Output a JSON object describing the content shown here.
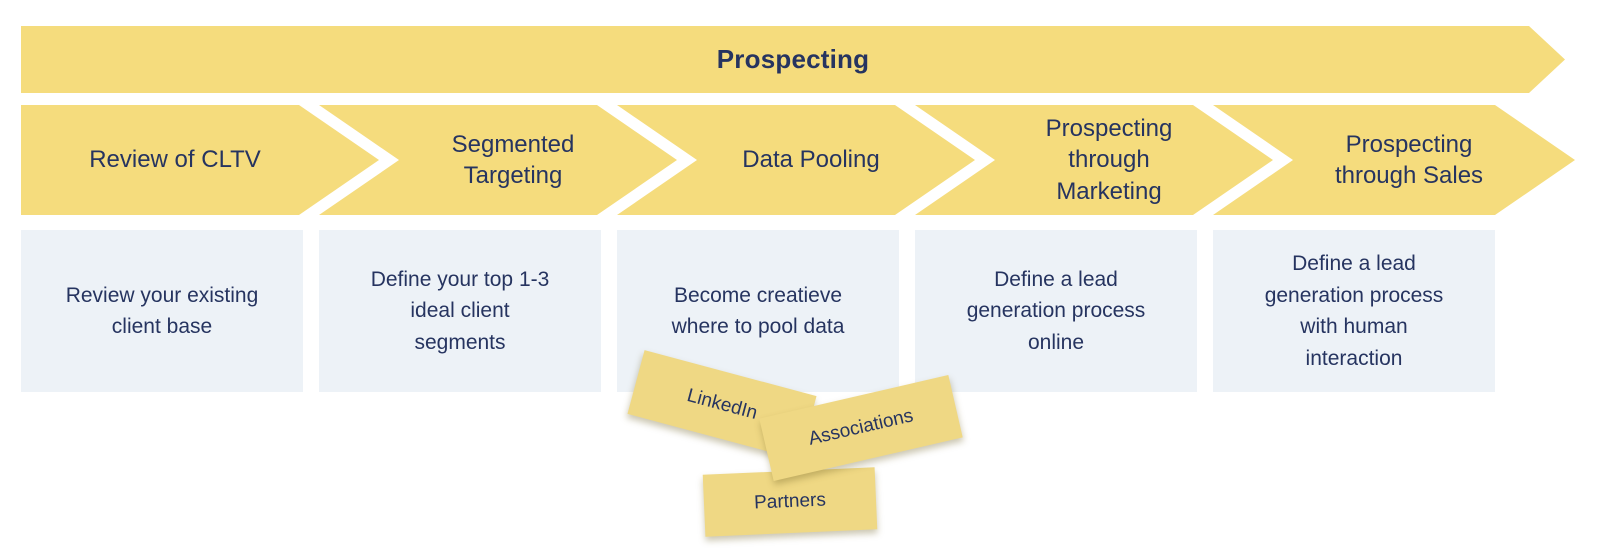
{
  "banner": {
    "label": "Prospecting"
  },
  "steps": [
    {
      "label": "Review of CLTV",
      "description": "Review your existing\nclient base"
    },
    {
      "label": "Segmented\nTargeting",
      "description": "Define your top 1-3\nideal client\nsegments"
    },
    {
      "label": "Data Pooling",
      "description": "Become creatieve\nwhere to pool data"
    },
    {
      "label": "Prospecting\nthrough\nMarketing",
      "description": "Define a lead\ngeneration process\nonline"
    },
    {
      "label": "Prospecting\nthrough Sales",
      "description": "Define a lead\ngeneration process\nwith human\ninteraction"
    }
  ],
  "sticky_notes": [
    {
      "label": "LinkedIn"
    },
    {
      "label": "Associations"
    },
    {
      "label": "Partners"
    }
  ],
  "colors": {
    "arrow_yellow": "#F5DC7D",
    "note_yellow": "#EFD884",
    "box_background": "#EDF2F7",
    "text_navy": "#263460"
  }
}
